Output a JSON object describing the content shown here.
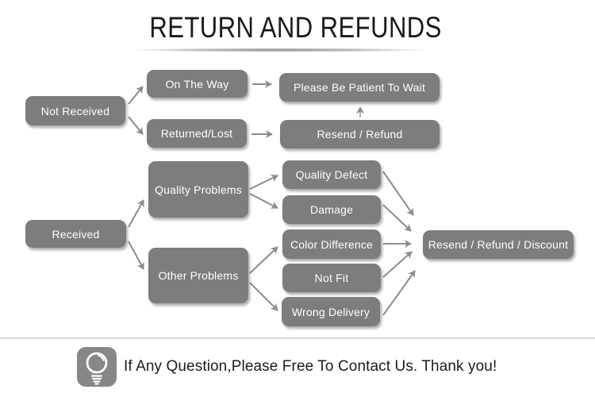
{
  "title": "RETURN AND REFUNDS",
  "flowchart": {
    "nodes": {
      "not_received": "Not Received",
      "on_the_way": "On The Way",
      "returned_lost": "Returned/Lost",
      "patient": "Please Be Patient To Wait",
      "resend_refund": "Resend / Refund",
      "quality_problems": "Quality Problems",
      "received": "Received",
      "other_problems": "Other Problems",
      "quality_defect": "Quality Defect",
      "damage": "Damage",
      "color_difference": "Color Difference",
      "not_fit": "Not Fit",
      "wrong_delivery": "Wrong Delivery",
      "resend_refund_discount": "Resend / Refund / Discount"
    },
    "edges": [
      {
        "from": "not_received",
        "to": "on_the_way"
      },
      {
        "from": "not_received",
        "to": "returned_lost"
      },
      {
        "from": "on_the_way",
        "to": "patient"
      },
      {
        "from": "returned_lost",
        "to": "resend_refund"
      },
      {
        "from": "resend_refund",
        "to": "patient"
      },
      {
        "from": "received",
        "to": "quality_problems"
      },
      {
        "from": "received",
        "to": "other_problems"
      },
      {
        "from": "quality_problems",
        "to": "quality_defect"
      },
      {
        "from": "quality_problems",
        "to": "damage"
      },
      {
        "from": "other_problems",
        "to": "color_difference"
      },
      {
        "from": "other_problems",
        "to": "wrong_delivery"
      },
      {
        "from": "quality_defect",
        "to": "resend_refund_discount"
      },
      {
        "from": "damage",
        "to": "resend_refund_discount"
      },
      {
        "from": "color_difference",
        "to": "resend_refund_discount"
      },
      {
        "from": "not_fit",
        "to": "resend_refund_discount"
      },
      {
        "from": "wrong_delivery",
        "to": "resend_refund_discount"
      }
    ]
  },
  "footer": {
    "note": "If Any Question,Please Free To Contact Us. Thank you!"
  },
  "icons": {
    "footer_badge": "lightbulb-icon"
  },
  "colors": {
    "node_fill": "#7d7d7d",
    "node_text": "#ffffff",
    "arrow": "#8c8c8c",
    "title": "#1a1a1a",
    "badge": "#878787",
    "divider": "#dcdcdc"
  }
}
